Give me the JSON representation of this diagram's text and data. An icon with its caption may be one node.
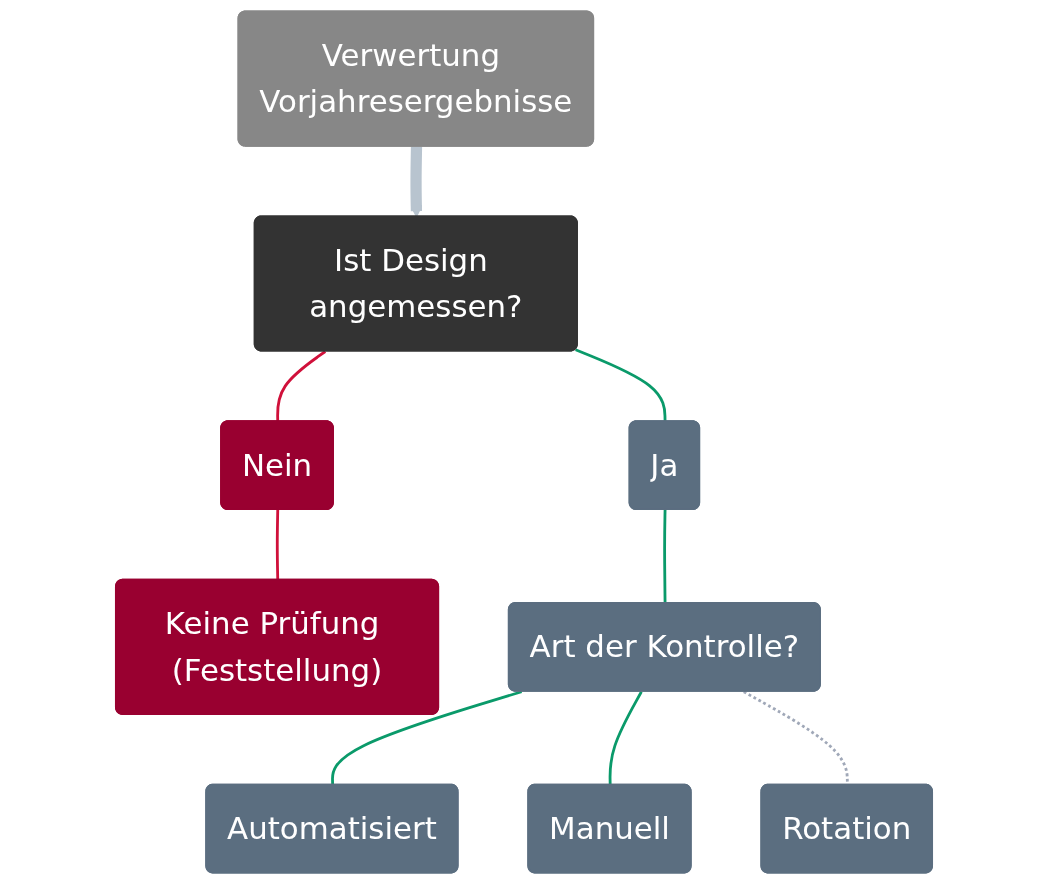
{
  "diagram": {
    "nodes": [
      {
        "text": [
          "Verwertung Vorjahresergebnisse"
        ]
      },
      {
        "text": [
          "Ist Design angemessen?"
        ]
      },
      {
        "text": [
          "Nein"
        ]
      },
      {
        "text": [
          "Ja"
        ]
      },
      {
        "text": [
          "Keine Prüfung (Feststellung)"
        ]
      },
      {
        "text": [
          "Art der Kontrolle?"
        ]
      },
      {
        "text": [
          "Automatisiert"
        ]
      },
      {
        "text": [
          "Manuell"
        ]
      },
      {
        "text": [
          "Rotation"
        ]
      }
    ],
    "edges": [
      {
        "from": 0,
        "to": 1,
        "arrow": "to",
        "style": "thick",
        "color": "#b8c4cf"
      },
      {
        "from": 1,
        "to": 2,
        "arrow": "none",
        "color": "#d0103a"
      },
      {
        "from": 1,
        "to": 3,
        "arrow": "none"
      },
      {
        "from": 2,
        "to": 4,
        "arrow": "none",
        "color": "#d0103a"
      },
      {
        "from": 3,
        "to": 5,
        "arrow": "none"
      },
      {
        "from": 5,
        "to": 6,
        "arrow": "none"
      },
      {
        "from": 5,
        "to": 7,
        "arrow": "none"
      },
      {
        "from": 5,
        "to": 8,
        "arrow": "none",
        "style": "dashed",
        "color": "#a0a8b8"
      }
    ]
  }
}
